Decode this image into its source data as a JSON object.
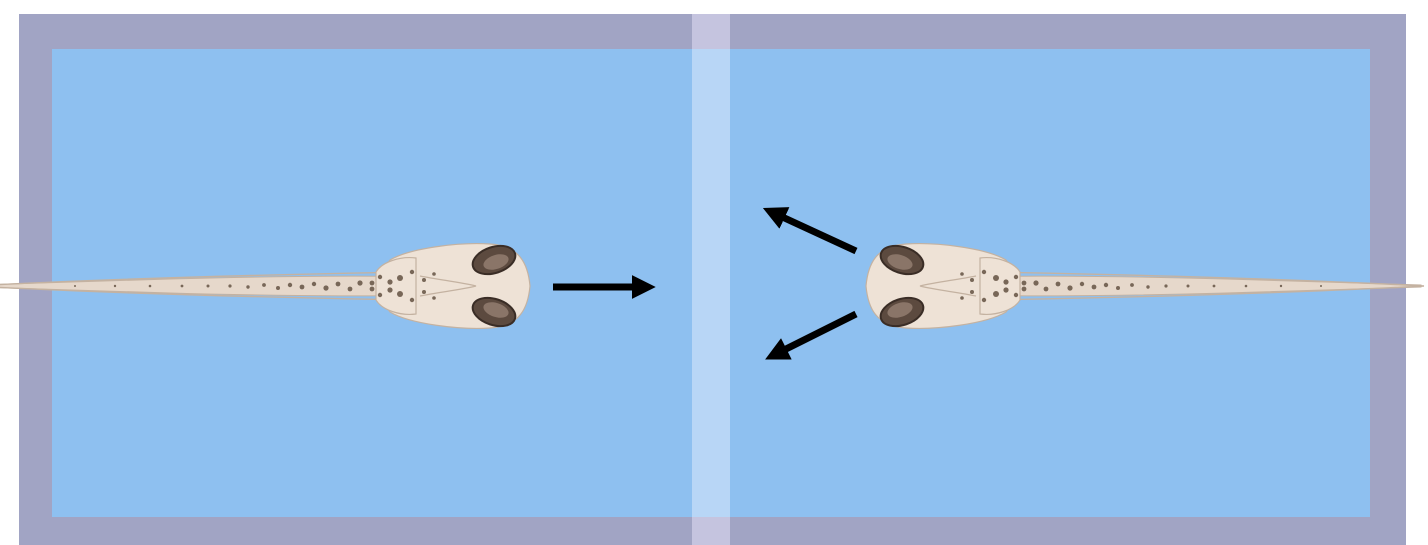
{
  "colors": {
    "background": "#ffffff",
    "tank_frame": "#a1a4c4",
    "water": "#8ec0f0",
    "divider_frame": "#c5c4df",
    "divider_water": "#b8d6f6",
    "fish_body": "#e6d8cb",
    "fish_outline": "#c4b2a1",
    "fish_head": "#eee2d6",
    "fish_eye": "#5c4a3f",
    "fish_eye_rim": "#3a2d26",
    "fish_spot": "#786758",
    "arrow": "#000000"
  },
  "icons": [
    "larva-left",
    "larva-right",
    "arrow-approach",
    "arrow-avoid-up",
    "arrow-avoid-down"
  ]
}
